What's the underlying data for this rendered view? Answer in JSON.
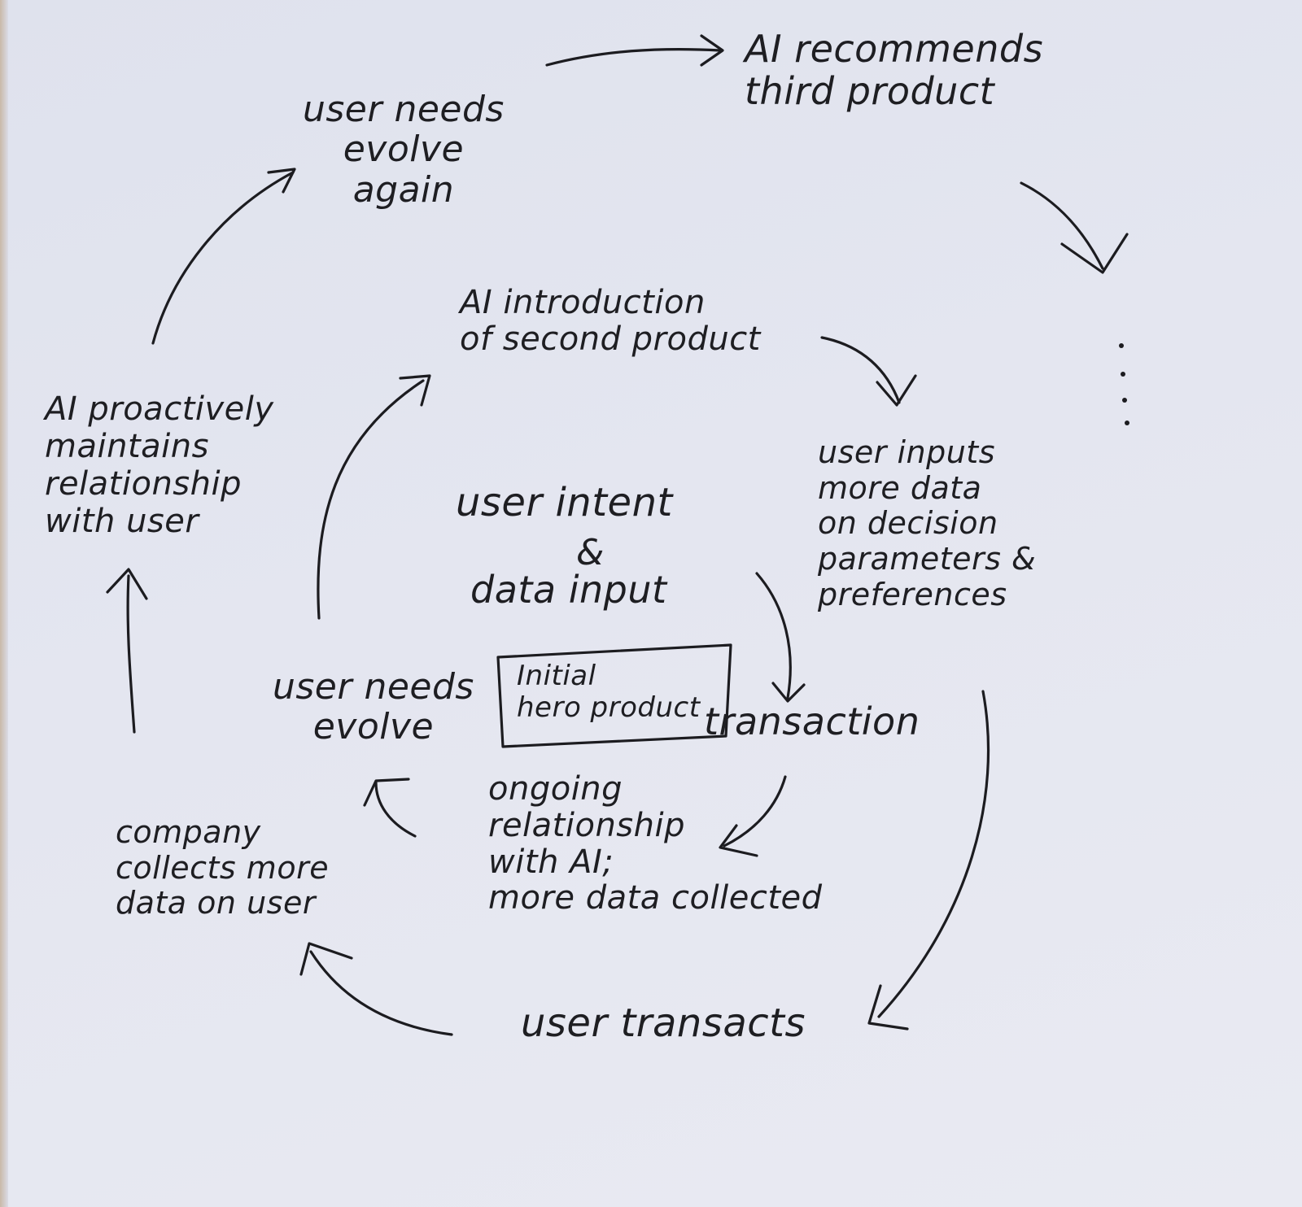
{
  "nodes": {
    "ai_recommends": "AI recommends\nthird product",
    "needs_evolve_again": "user needs\nevolve\nagain",
    "ai_intro_second": "AI introduction\nof second product",
    "ai_maintains": "AI proactively\nmaintains\nrelationship\nwith user",
    "user_inputs": "user inputs\nmore data\non decision\nparameters &\npreferences",
    "user_intent": "user intent",
    "ampersand": "&",
    "data_input": "data input",
    "initial_hero": "Initial\nhero product",
    "needs_evolve": "user needs\nevolve",
    "transaction": "transaction",
    "ongoing": "ongoing\nrelationship\nwith AI;\nmore data collected",
    "company_collects": "company\ncollects more\ndata on user",
    "user_transacts": "user transacts"
  }
}
